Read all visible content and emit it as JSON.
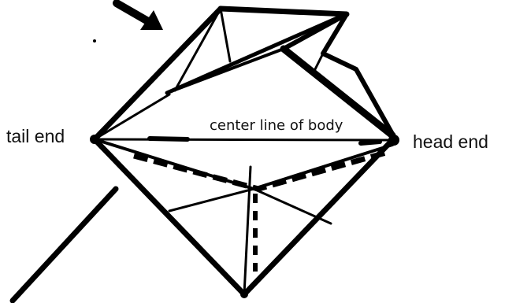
{
  "labels": {
    "tail_end": "tail end",
    "center_line": "center line of body",
    "head_end": "head end"
  },
  "colors": {
    "ink": "#111111",
    "background": "#ffffff"
  }
}
